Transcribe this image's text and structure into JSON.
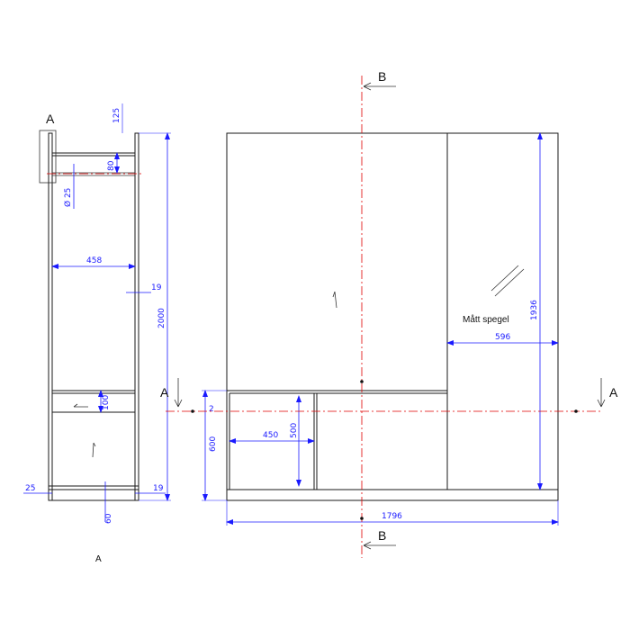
{
  "section_labels": {
    "A": "A",
    "B": "B",
    "A_small": "A"
  },
  "dimensions": {
    "top_gap": "125",
    "rail_offset": "80",
    "rod_diameter": "Ø 25",
    "inner_width": "458",
    "panel_thickness_side": "19",
    "total_height": "2000",
    "drawer_height": "100",
    "base_thickness": "19",
    "side_thickness": "25",
    "plinth_height": "60",
    "mirror_height": "1936",
    "mirror_width": "596",
    "lower_height": "600",
    "gap": "2",
    "shelf_width": "450",
    "shelf_height": "500",
    "total_width": "1796"
  },
  "notes": {
    "mirror": "Mått spegel"
  },
  "colors": {
    "dimension": "#1a1aff",
    "axis": "#e00000",
    "outline": "#1a1a1a"
  }
}
